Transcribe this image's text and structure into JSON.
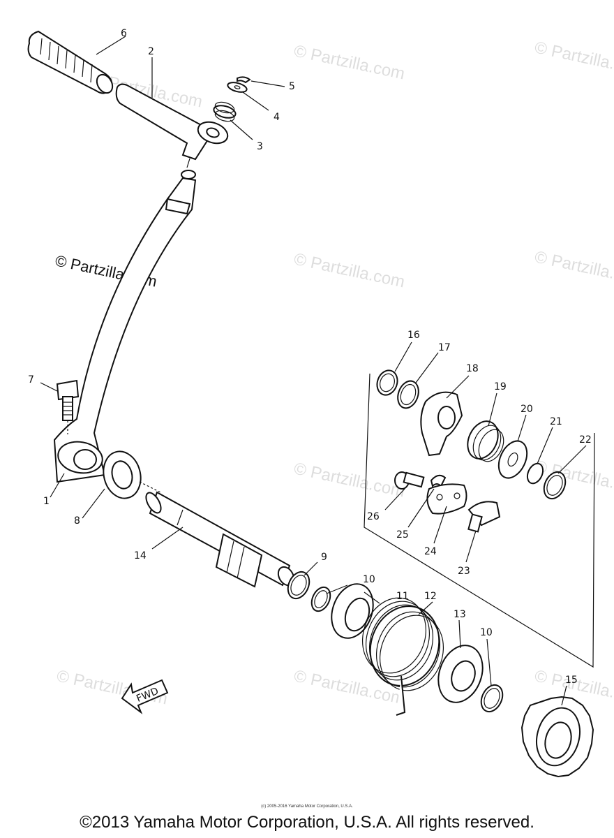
{
  "watermark": "© Partzilla.com",
  "labels": {
    "p1": "1",
    "p2": "2",
    "p3": "3",
    "p4": "4",
    "p5": "5",
    "p6": "6",
    "p7": "7",
    "p8": "8",
    "p9": "9",
    "p10a": "10",
    "p10b": "10",
    "p11": "11",
    "p12": "12",
    "p13": "13",
    "p14": "14",
    "p15": "15",
    "p16": "16",
    "p17": "17",
    "p18": "18",
    "p19": "19",
    "p20": "20",
    "p21": "21",
    "p22": "22",
    "p23": "23",
    "p24": "24",
    "p25": "25",
    "p26": "26"
  },
  "fwd_label": "FWD",
  "small_copyright": "(c) 2005-2016 Yamaha Motor Corporation, U.S.A.",
  "copyright": "©2013 Yamaha Motor Corporation, U.S.A. All rights reserved."
}
